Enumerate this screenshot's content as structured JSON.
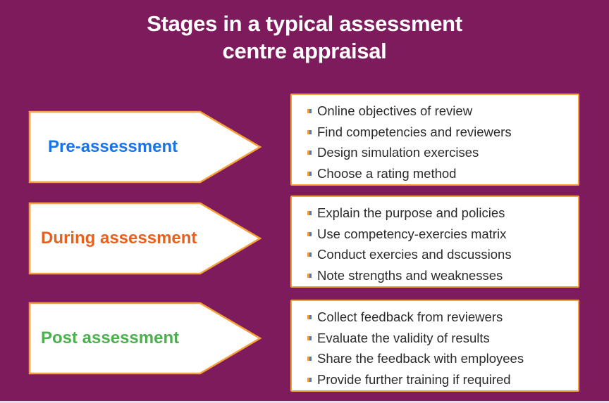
{
  "title": {
    "line1": "Stages in a typical assessment",
    "line2": "centre appraisal"
  },
  "colors": {
    "background": "#7d1b5c",
    "box_border": "#f6a03c",
    "bullet_left": "#f49b36",
    "bullet_right": "#3a7ee8",
    "text": "#2b2b2b"
  },
  "stages": [
    {
      "label": "Pre-assessment",
      "label_color": "#1a73e8",
      "bullet_icon": "square-bullet-icon",
      "items": [
        "Online objectives of review",
        "Find competencies and reviewers",
        "Design simulation exercises",
        "Choose a rating method"
      ]
    },
    {
      "label": "During assessment",
      "label_color": "#e8601c",
      "bullet_icon": "square-bullet-icon",
      "items": [
        "Explain the purpose and policies",
        "Use competency-exercies matrix",
        "Conduct exercies and dscussions",
        "Note strengths and weaknesses"
      ]
    },
    {
      "label": "Post assessment",
      "label_color": "#4caf50",
      "bullet_icon": "square-bullet-icon",
      "items": [
        "Collect feedback from reviewers",
        "Evaluate the validity of results",
        "Share the feedback with employees",
        "Provide further training if required"
      ]
    }
  ]
}
